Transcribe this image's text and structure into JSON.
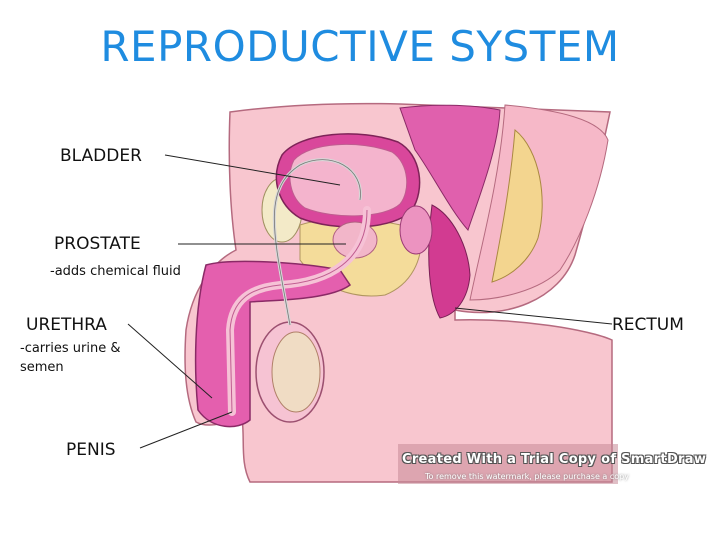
{
  "title": "REPRODUCTIVE SYSTEM",
  "labels": {
    "bladder": "BLADDER",
    "prostate": "PROSTATE",
    "prostate_desc": "-adds chemical fluid",
    "urethra": "URETHRA",
    "urethra_desc_line1": "-carries urine &",
    "urethra_desc_line2": "semen",
    "penis": "PENIS",
    "rectum": "RECTUM"
  },
  "watermark": {
    "line1": "Created With a Trial Copy of SmartDraw",
    "line2": "To remove this watermark, please purchase a copy"
  },
  "colors": {
    "title": "#1f8ce0",
    "skin": "#f8c6cf",
    "tissue": "#e86bb4",
    "bladder": "#f2a7c6",
    "deep_pink": "#cf2f8d"
  }
}
